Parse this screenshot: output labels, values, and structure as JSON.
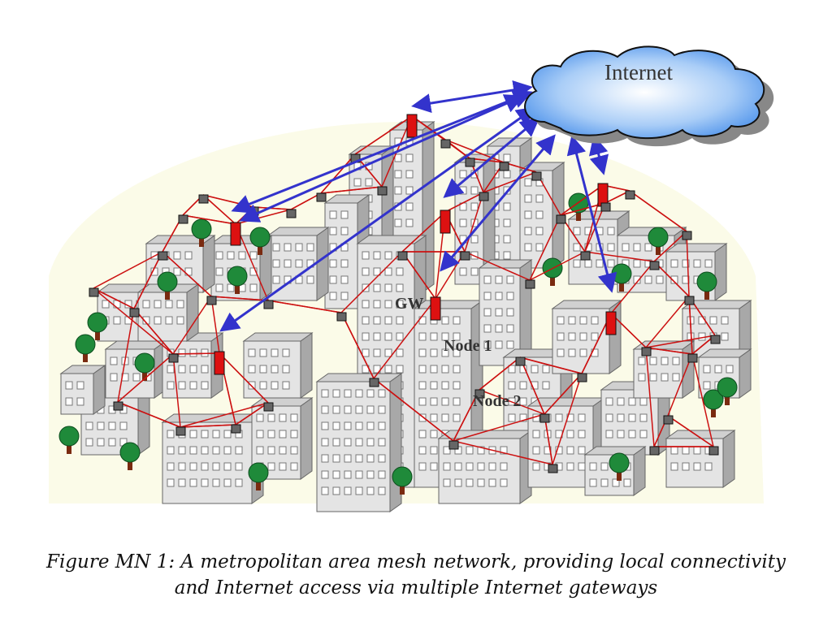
{
  "diagram": {
    "cloud_label": "Internet",
    "labels": {
      "gateway": "GW",
      "node1": "Node 1",
      "node2": "Node 2"
    },
    "colors": {
      "mesh_link": "#cc1111",
      "internet_link": "#3333cc",
      "gateway": "#dd1111",
      "node": "#666666",
      "cloud": "#5aa0f0",
      "building": "#e4e4e4",
      "tree": "#1f8a3a"
    }
  },
  "caption": {
    "line1": "Figure MN 1: A metropolitan area mesh network, providing local connectivity",
    "line2": "and Internet access via multiple Internet gateways"
  }
}
